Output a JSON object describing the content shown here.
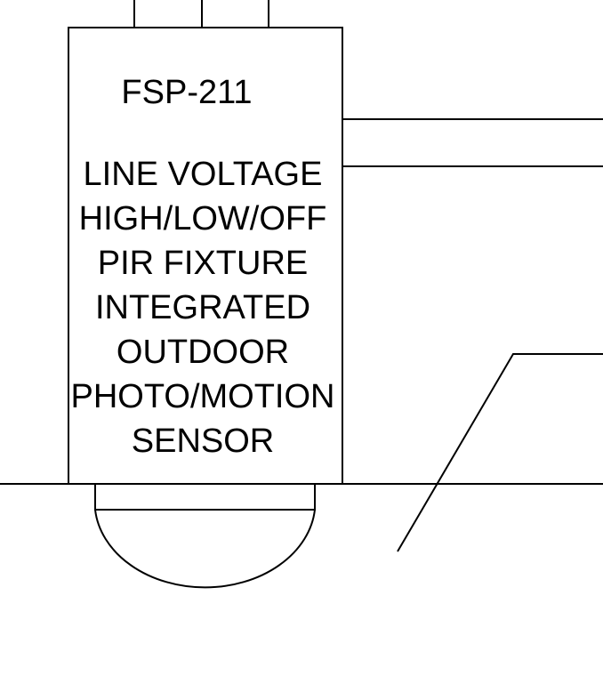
{
  "device": {
    "model": "FSP-211",
    "description_lines": [
      "LINE VOLTAGE",
      "HIGH/LOW/OFF",
      "PIR FIXTURE",
      "INTEGRATED",
      "OUTDOOR",
      "PHOTO/MOTION",
      "SENSOR"
    ]
  },
  "colors": {
    "line": "#000000",
    "background": "#ffffff"
  }
}
